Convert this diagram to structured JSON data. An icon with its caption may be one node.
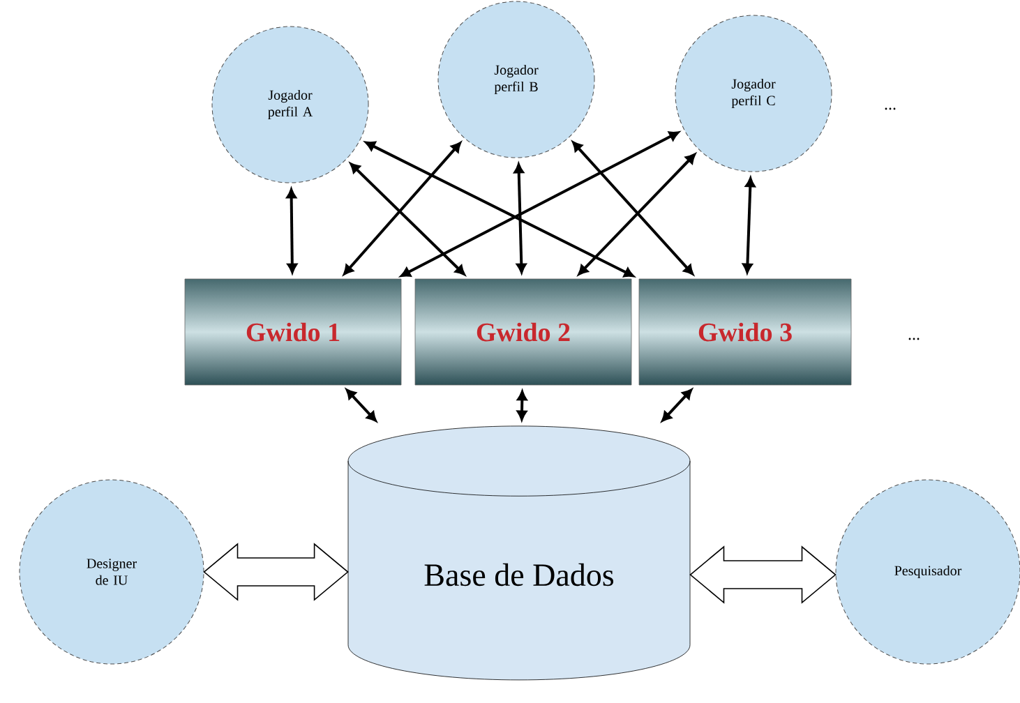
{
  "diagram": {
    "nodes": [
      {
        "text": [
          "Jogador perfil A"
        ]
      },
      {
        "text": [
          "Jogador perfil B"
        ]
      },
      {
        "text": [
          "Jogador perfil C"
        ]
      },
      {
        "text": [
          "Gwido 1"
        ]
      },
      {
        "text": [
          "Gwido 2"
        ]
      },
      {
        "text": [
          "Gwido 3"
        ]
      },
      {
        "text": [
          "Base de Dados"
        ]
      },
      {
        "text": [
          "Designer de IU"
        ]
      },
      {
        "text": [
          "Pesquisador"
        ]
      }
    ],
    "edges": [
      {
        "from": 0,
        "to": 3,
        "arrow": "both"
      },
      {
        "from": 0,
        "to": 4,
        "arrow": "both"
      },
      {
        "from": 0,
        "to": 5,
        "arrow": "both"
      },
      {
        "from": 1,
        "to": 3,
        "arrow": "both"
      },
      {
        "from": 1,
        "to": 4,
        "arrow": "both"
      },
      {
        "from": 1,
        "to": 5,
        "arrow": "both"
      },
      {
        "from": 2,
        "to": 3,
        "arrow": "both"
      },
      {
        "from": 2,
        "to": 4,
        "arrow": "both"
      },
      {
        "from": 2,
        "to": 5,
        "arrow": "both"
      },
      {
        "from": 3,
        "to": 6,
        "arrow": "both"
      },
      {
        "from": 4,
        "to": 6,
        "arrow": "both"
      },
      {
        "from": 5,
        "to": 6,
        "arrow": "both"
      },
      {
        "from": 7,
        "to": 6,
        "arrow": "both",
        "style": "thick"
      },
      {
        "from": 6,
        "to": 8,
        "arrow": "both",
        "style": "thick"
      }
    ],
    "labels": [
      "...",
      "..."
    ]
  }
}
